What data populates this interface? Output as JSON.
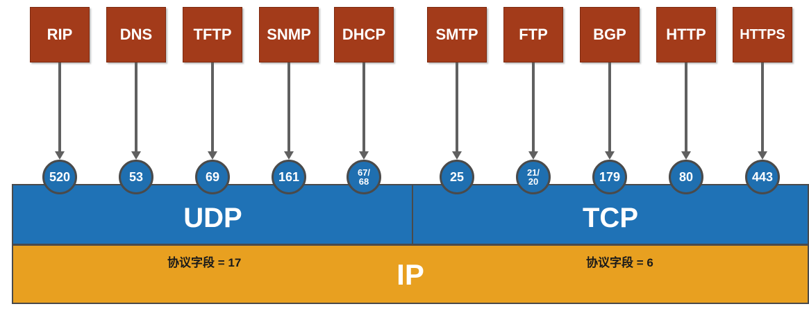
{
  "apps": [
    {
      "label": "RIP",
      "port": "520"
    },
    {
      "label": "DNS",
      "port": "53"
    },
    {
      "label": "TFTP",
      "port": "69"
    },
    {
      "label": "SNMP",
      "port": "161"
    },
    {
      "label": "DHCP",
      "port_top": "67/",
      "port_bottom": "68"
    },
    {
      "label": "SMTP",
      "port": "25"
    },
    {
      "label": "FTP",
      "port_top": "21/",
      "port_bottom": "20"
    },
    {
      "label": "BGP",
      "port": "179"
    },
    {
      "label": "HTTP",
      "port": "80"
    },
    {
      "label": "HTTPS",
      "port": "443"
    }
  ],
  "layers": {
    "udp": "UDP",
    "tcp": "TCP",
    "ip": "IP",
    "udp_proto_field": "协议字段 = 17",
    "tcp_proto_field": "协议字段 = 6"
  },
  "colors": {
    "app_box": "#a33b1a",
    "port_circle": "#1f6fb0",
    "transport_layer": "#1f72b6",
    "ip_layer": "#e8a020",
    "arrow": "#606060"
  }
}
